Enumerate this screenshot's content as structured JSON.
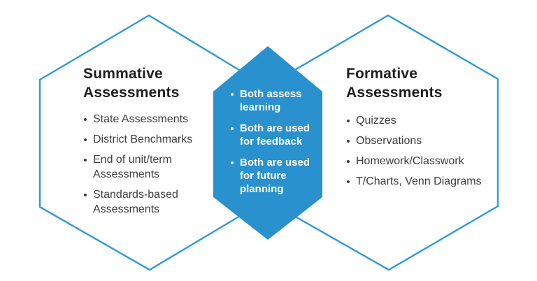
{
  "colors": {
    "hexagon_outline": "#2d9ad5",
    "hexagon_fill": "#2991cd",
    "title_text": "#1e1e1e",
    "body_text": "#3d3d3d",
    "center_text": "#ffffff"
  },
  "left_panel": {
    "title": "Summative Assessments",
    "items": [
      "State Assessments",
      "District Benchmarks",
      "End of unit/term Assessments",
      "Standards-based Assessments"
    ]
  },
  "center_panel": {
    "items": [
      "Both assess learning",
      "Both are used for feedback",
      "Both are used for future planning"
    ]
  },
  "right_panel": {
    "title": "Formative Assessments",
    "items": [
      "Quizzes",
      "Observations",
      "Homework/Classwork",
      "T/Charts, Venn Diagrams"
    ]
  }
}
